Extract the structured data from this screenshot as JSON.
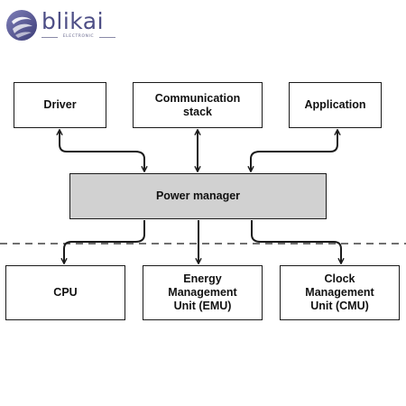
{
  "logo": {
    "name": "blikai",
    "tagline": "ELECTRONIC",
    "color": "#4d4e86"
  },
  "diagram": {
    "top_row": {
      "driver": "Driver",
      "communication_stack": "Communication\nstack",
      "application": "Application"
    },
    "center": {
      "power_manager": "Power manager"
    },
    "bottom_row": {
      "cpu": "CPU",
      "emu": "Energy\nManagement\nUnit (EMU)",
      "cmu": "Clock\nManagement\nUnit (CMU)"
    },
    "colors": {
      "power_manager_fill": "#d1d1d1",
      "box_fill": "#ffffff",
      "line": "#1a1a1a"
    }
  }
}
